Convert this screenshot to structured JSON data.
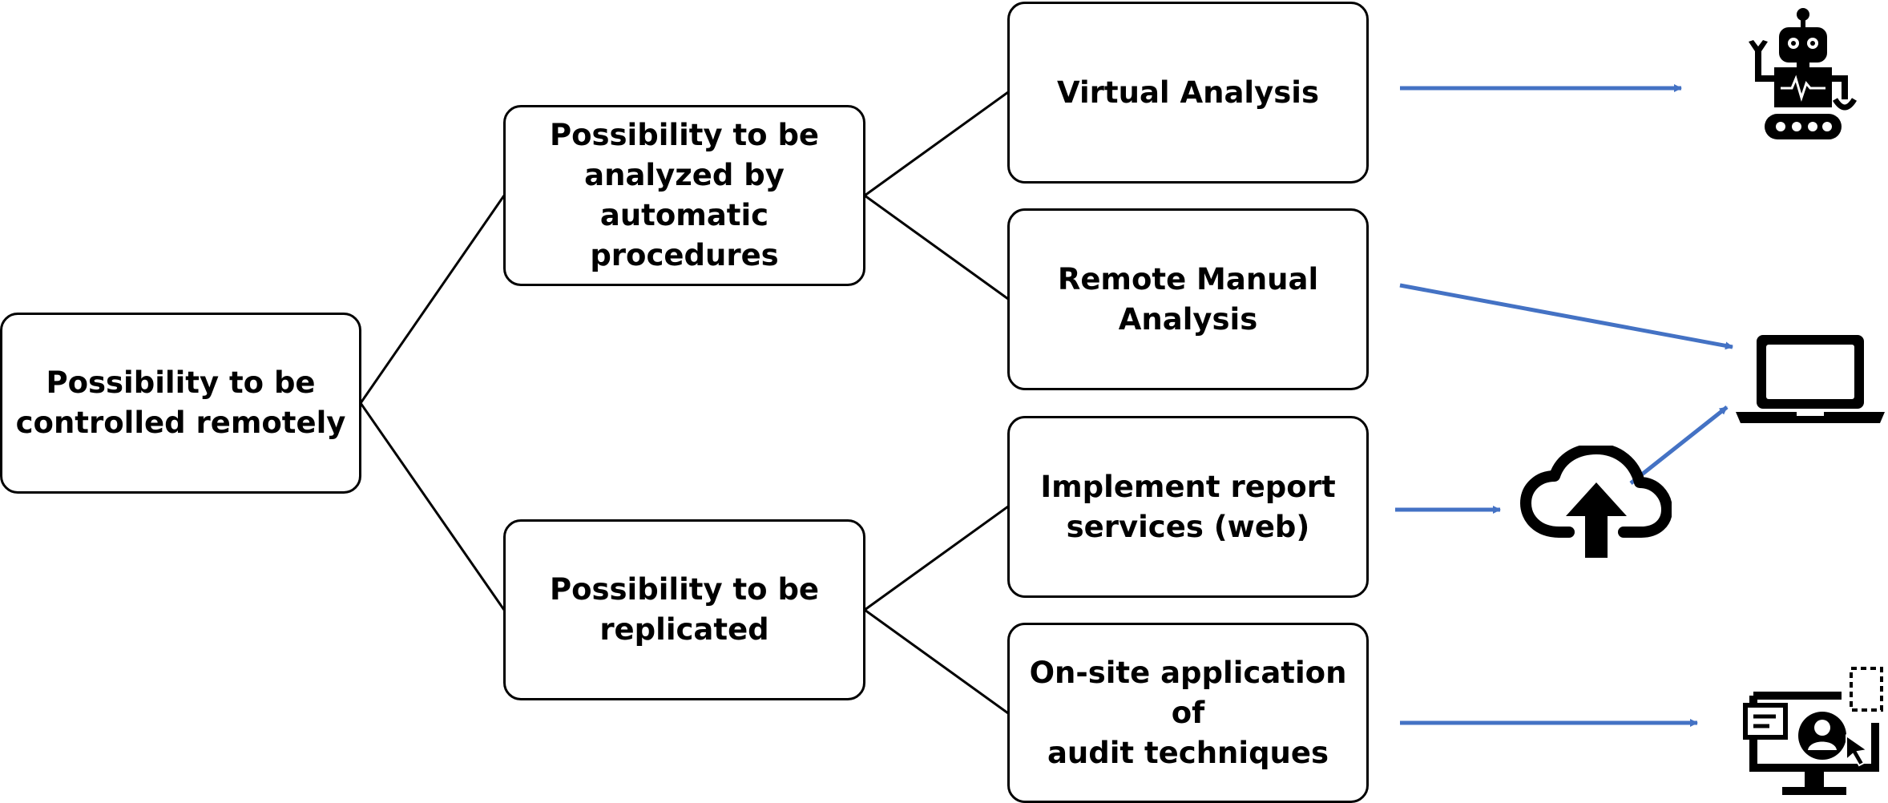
{
  "diagram": {
    "root": {
      "label": "Possibility to be\ncontrolled remotely"
    },
    "branches": [
      {
        "label": "Possibility to be\nanalyzed by automatic\nprocedures"
      },
      {
        "label": "Possibility to be\nreplicated"
      }
    ],
    "leaves": [
      {
        "label": "Virtual Analysis"
      },
      {
        "label": "Remote Manual\nAnalysis"
      },
      {
        "label": "Implement report\nservices (web)"
      },
      {
        "label": "On-site application of\naudit techniques"
      }
    ],
    "icons": [
      {
        "name": "robot-icon"
      },
      {
        "name": "laptop-icon"
      },
      {
        "name": "cloud-upload-icon"
      },
      {
        "name": "monitor-user-icon"
      }
    ],
    "colors": {
      "connector": "#000000",
      "arrow": "#4472c4",
      "box_border": "#000000",
      "icon": "#000000"
    }
  }
}
